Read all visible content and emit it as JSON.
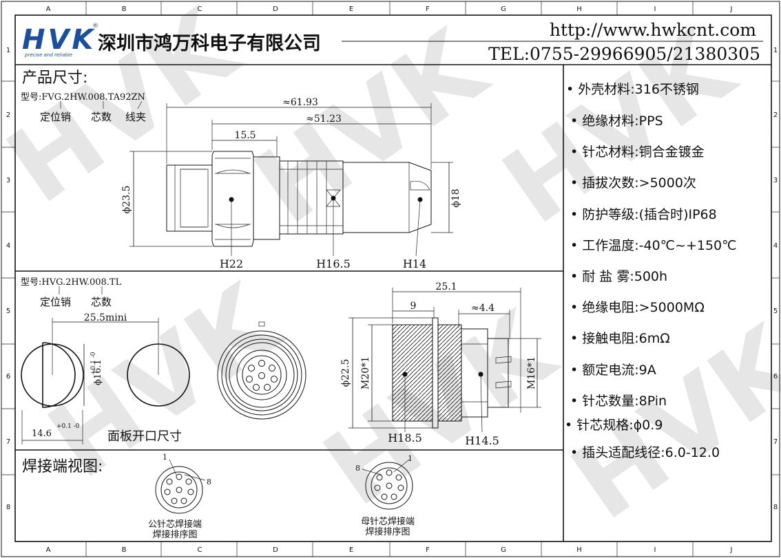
{
  "grid": {
    "columns": [
      "A",
      "B",
      "C",
      "D",
      "E",
      "F",
      "G",
      "H",
      "I",
      "J"
    ],
    "rows": [
      "1",
      "2",
      "3",
      "4",
      "5",
      "6",
      "7",
      "8"
    ]
  },
  "header": {
    "logo_text": "HVK",
    "logo_registered": "®",
    "logo_tagline": "precise and reliable",
    "company_name": "深圳市鸿万科电子有限公司",
    "website": "http://www.hwkcnt.com",
    "phone": "TEL:0755-29966905/21380305"
  },
  "plug": {
    "section_title": "产品尺寸:",
    "model": "型号:FVG.2HW.008.TA92ZN",
    "label_key": "定位销",
    "label_pins": "芯数",
    "label_clamp": "线夹",
    "dim_total": "≈61.93",
    "dim_body": "≈51.23",
    "dim_nut": "15.5",
    "dim_diameter": "ϕ23.5",
    "dim_tail_diameter": "ϕ18",
    "hex_h22": "H22",
    "hex_h165": "H16.5",
    "hex_h14": "H14"
  },
  "socket": {
    "model": "型号:HVG.2HW.008.TL",
    "label_key": "定位销",
    "label_pins": "芯数",
    "dim_span": "25.5mini",
    "dim_cut_diameter": "ϕ16.1",
    "dim_cut_diameter_tol": "+0.1 -0",
    "dim_cut_flat": "14.6",
    "dim_cut_flat_tol": "+0.1 -0",
    "panel_cutout_label": "面板开口尺寸",
    "dim_length": "25.1",
    "dim_flange": "9",
    "dim_tail": "≈4.4",
    "dim_flange_dia": "ϕ22.5",
    "dim_thread": "M20*1",
    "dim_rear_thread": "M16*1",
    "hex_h185": "H18.5",
    "hex_h145": "H14.5"
  },
  "solder": {
    "section_title": "焊接端视图:",
    "male_caption_1": "公针芯焊接端",
    "male_caption_2": "焊接排序图",
    "female_caption_1": "母针芯焊接端",
    "female_caption_2": "焊接排序图",
    "pin_first": "1",
    "pin_last": "8"
  },
  "specs": [
    "外壳材料:316不锈钢",
    "绝缘材料:PPS",
    "针芯材料:铜合金镀金",
    "插拔次数:>5000次",
    "防护等级:(插合时)IP68",
    "工作温度:-40℃~+150℃",
    "耐 盐 雾:500h",
    "绝缘电阻:>5000MΩ",
    "接触电阻:6mΩ",
    "额定电流:9A",
    "针芯数量:8Pin",
    "针芯规格:ϕ0.9",
    "插头适配线径:6.0-12.0"
  ],
  "colors": {
    "line": "#111111",
    "logo": "#1a4fa0",
    "watermark": "#e6e6e6"
  }
}
